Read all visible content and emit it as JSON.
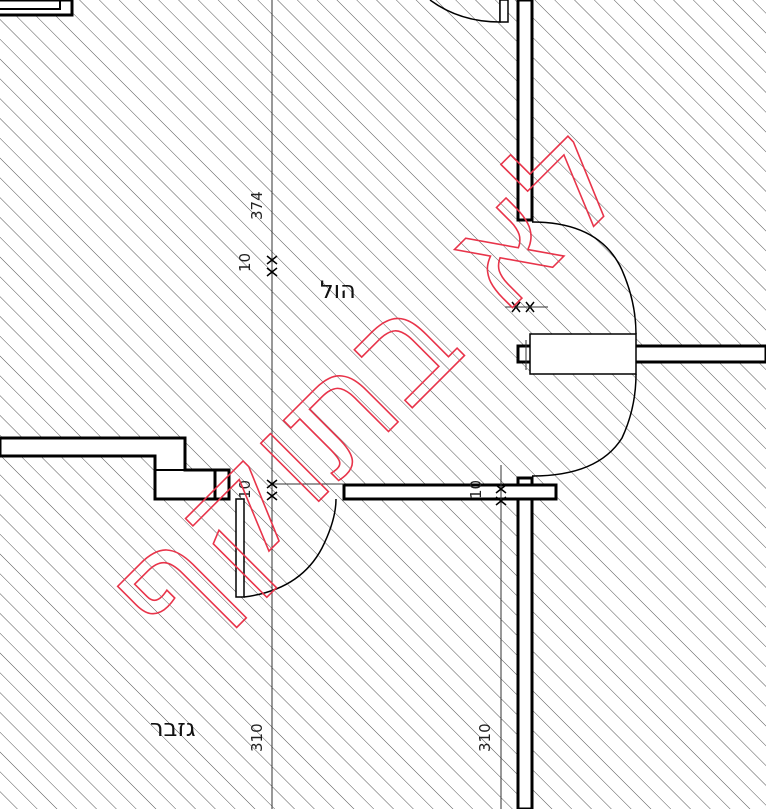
{
  "room_labels": {
    "hall": "הול",
    "cashier": "גזבר"
  },
  "dimensions": {
    "dim_374": "374",
    "dim_10_top": "10",
    "dim_10_left": "10",
    "dim_10_right": "10",
    "dim_310_left": "310",
    "dim_310_right": "310"
  },
  "watermark": {
    "text": "לא בתוקף"
  },
  "colors": {
    "walls": "#000000",
    "hatch": "#555555",
    "watermark": "#e8344a"
  }
}
